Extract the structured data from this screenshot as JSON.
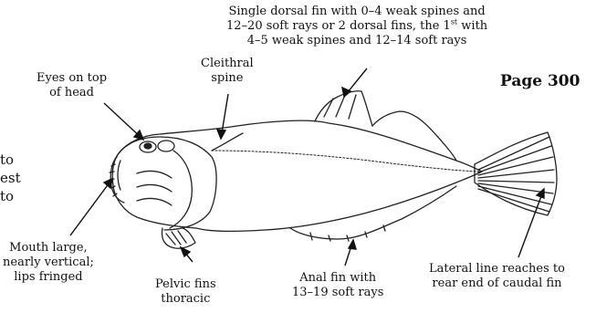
{
  "page_label": "Page 300",
  "edge_fragments": [
    "to",
    "est",
    "to"
  ],
  "labels": {
    "dorsal": {
      "line1": "Single dorsal fin with 0–4  weak spines and",
      "line2": "12–20 soft rays or 2 dorsal fins, the 1",
      "line2_sup": "st",
      "line2_end": " with",
      "line3": "4–5 weak spines and 12–14 soft rays"
    },
    "cleithral": [
      "Cleithral",
      "spine"
    ],
    "eyes": [
      "Eyes on top",
      "of head"
    ],
    "mouth": [
      "Mouth large,",
      "nearly vertical;",
      "lips fringed"
    ],
    "pelvic": [
      "Pelvic fins",
      "thoracic"
    ],
    "anal": [
      "Anal fin with",
      "13–19 soft rays"
    ],
    "lateral": [
      "Lateral line reaches to",
      "rear end of caudal fin"
    ]
  }
}
